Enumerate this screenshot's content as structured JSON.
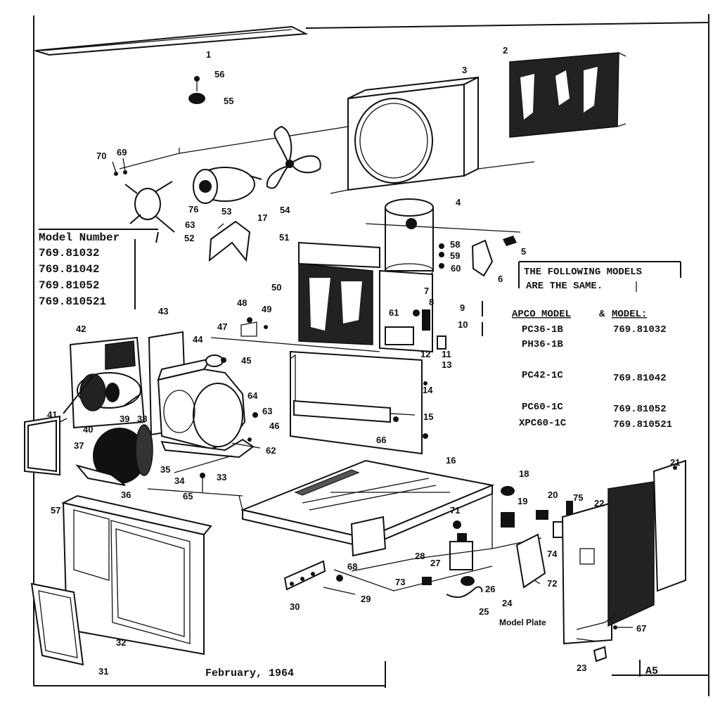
{
  "diagram": {
    "model_box": {
      "heading": "Model Number",
      "models": [
        "769.81032",
        "769.81042",
        "769.81052",
        "769.810521"
      ]
    },
    "cross_reference": {
      "notice_line1": "THE FOLLOWING MODELS",
      "notice_line2": "ARE THE SAME.",
      "col_apco": "APCO MODEL",
      "amp": "&",
      "col_model": "MODEL:",
      "rows": [
        {
          "apco": "PC36-1B",
          "model": "769.81032"
        },
        {
          "apco": "PH36-1B",
          "model": ""
        },
        {
          "apco": "PC42-1C",
          "model": "769.81042"
        },
        {
          "apco": "PC60-1C",
          "model": "769.81052"
        },
        {
          "apco": "XPC60-1C",
          "model": "769.810521"
        }
      ]
    },
    "date_label": "February, 1964",
    "page_code": "A5",
    "model_plate_label": "Model Plate",
    "part_numbers": [
      "1",
      "2",
      "3",
      "4",
      "5",
      "6",
      "7",
      "8",
      "9",
      "10",
      "11",
      "12",
      "13",
      "14",
      "15",
      "16",
      "17",
      "18",
      "19",
      "20",
      "21",
      "22",
      "23",
      "24",
      "25",
      "26",
      "27",
      "28",
      "29",
      "30",
      "31",
      "32",
      "33",
      "34",
      "35",
      "36",
      "37",
      "38",
      "39",
      "40",
      "41",
      "42",
      "43",
      "44",
      "45",
      "46",
      "47",
      "48",
      "49",
      "50",
      "51",
      "52",
      "53",
      "54",
      "55",
      "56",
      "57",
      "58",
      "59",
      "60",
      "61",
      "62",
      "63",
      "63",
      "64",
      "65",
      "66",
      "67",
      "68",
      "69",
      "70",
      "71",
      "72",
      "73",
      "74",
      "75",
      "76"
    ]
  }
}
